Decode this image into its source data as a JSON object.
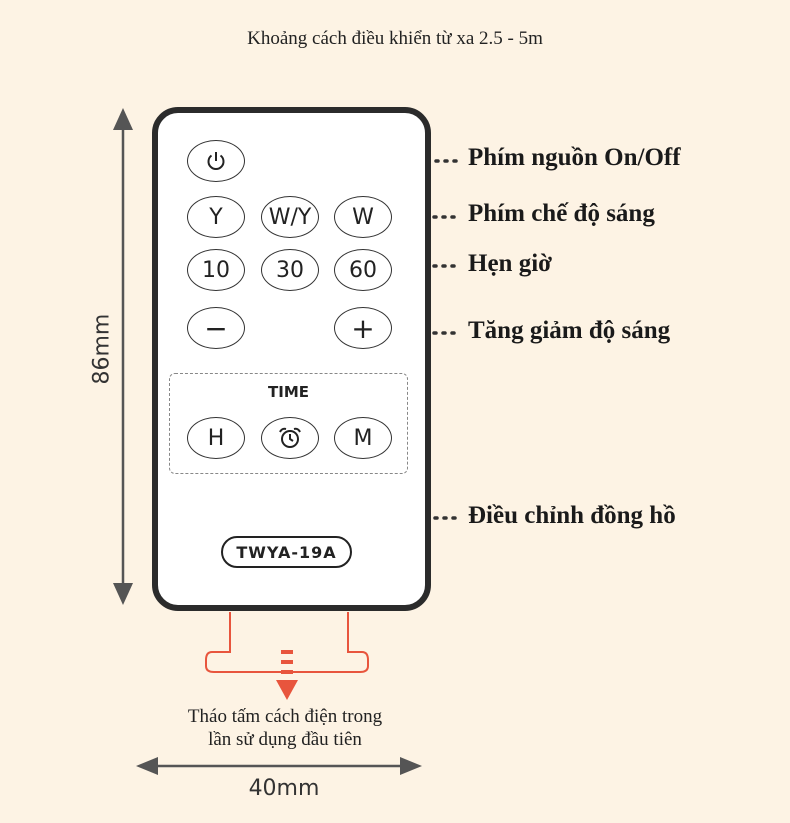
{
  "caption_top": "Khoảng cách điều khiển từ xa 2.5 - 5m",
  "remote": {
    "buttons": {
      "power": "",
      "y": "Y",
      "wy": "W/Y",
      "w": "W",
      "t10": "10",
      "t30": "30",
      "t60": "60",
      "minus": "−",
      "plus": "+",
      "h": "H",
      "m": "M"
    },
    "time_label": "TIME",
    "model": "TWYA-19A"
  },
  "labels": {
    "power": "Phím nguồn On/Off",
    "mode": "Phím chế độ sáng",
    "timer": "Hẹn giờ",
    "brightness": "Tăng giảm độ sáng",
    "clock": "Điều chỉnh đồng hồ"
  },
  "dimensions": {
    "height": "86mm",
    "width": "40mm"
  },
  "note": {
    "line1": "Tháo tấm cách điện trong",
    "line2": "lần sử dụng đầu tiên"
  },
  "colors": {
    "background": "#fdf3e4",
    "remote_border": "#2b2b2b",
    "insulation_tab": "#e8553d"
  }
}
